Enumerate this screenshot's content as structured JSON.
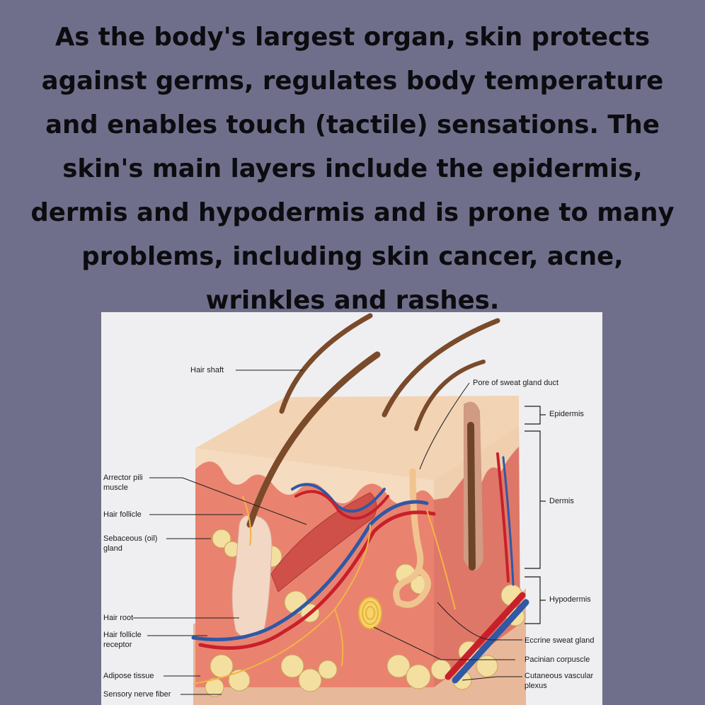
{
  "headline": {
    "lines": [
      "As the body's largest organ, skin protects",
      "against germs, regulates body temperature",
      "and enables touch (tactile) sensations. The",
      "skin's main layers include the epidermis,",
      "dermis and hypodermis and is prone to many",
      "problems, including skin cancer, acne,",
      "wrinkles and rashes."
    ]
  },
  "diagram": {
    "labels": {
      "hair_shaft": "Hair shaft",
      "pore": "Pore of sweat gland duct",
      "epidermis": "Epidermis",
      "dermis": "Dermis",
      "hypodermis": "Hypodermis",
      "arrector_1": "Arrector pili",
      "arrector_2": "muscle",
      "hair_follicle": "Hair follicle",
      "sebaceous_1": "Sebaceous (oil)",
      "sebaceous_2": "gland",
      "hair_root": "Hair root",
      "follicle_receptor_1": "Hair follicle",
      "follicle_receptor_2": "receptor",
      "adipose": "Adipose tissue",
      "nerve": "Sensory nerve fiber",
      "eccrine": "Eccrine sweat gland",
      "pacinian": "Pacinian corpuscle",
      "vascular_1": "Cutaneous vascular",
      "vascular_2": "plexus"
    },
    "colors": {
      "background": "#706f8b",
      "figure_bg": "#efeff1",
      "epidermis": "#f2d3b3",
      "dermis": "#e9836f",
      "hypodermis": "#e8b89a",
      "artery": "#c8202b",
      "vein": "#2f58a6",
      "nerve": "#f2b445",
      "fat": "#f3dfa0",
      "hair": "#7a4a2a"
    }
  }
}
